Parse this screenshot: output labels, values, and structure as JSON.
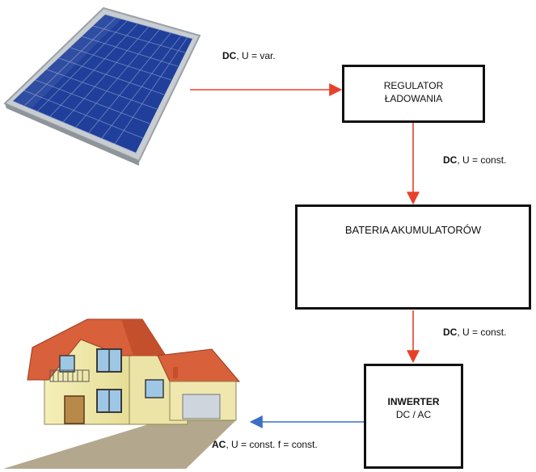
{
  "regulator": {
    "line1": "REGULATOR",
    "line2": "ŁADOWANIA"
  },
  "battery": {
    "title": "BATERIA AKUMULATORÓW"
  },
  "inverter": {
    "title": "INWERTER",
    "subtitle": "DC / AC"
  },
  "flows": {
    "panel_to_regulator": {
      "bold": "DC",
      "rest": ", U = var."
    },
    "regulator_to_battery": {
      "bold": "DC",
      "rest": ", U = const."
    },
    "battery_to_inverter": {
      "bold": "DC",
      "rest": ", U = const."
    },
    "inverter_to_house": {
      "bold": "AC",
      "rest": ", U = const. f = const."
    }
  },
  "colors": {
    "dc_arrow": "#e8412b",
    "ac_arrow": "#3a6fc4",
    "panel_cell": "#1f3f9a",
    "roof": "#d8603a"
  }
}
